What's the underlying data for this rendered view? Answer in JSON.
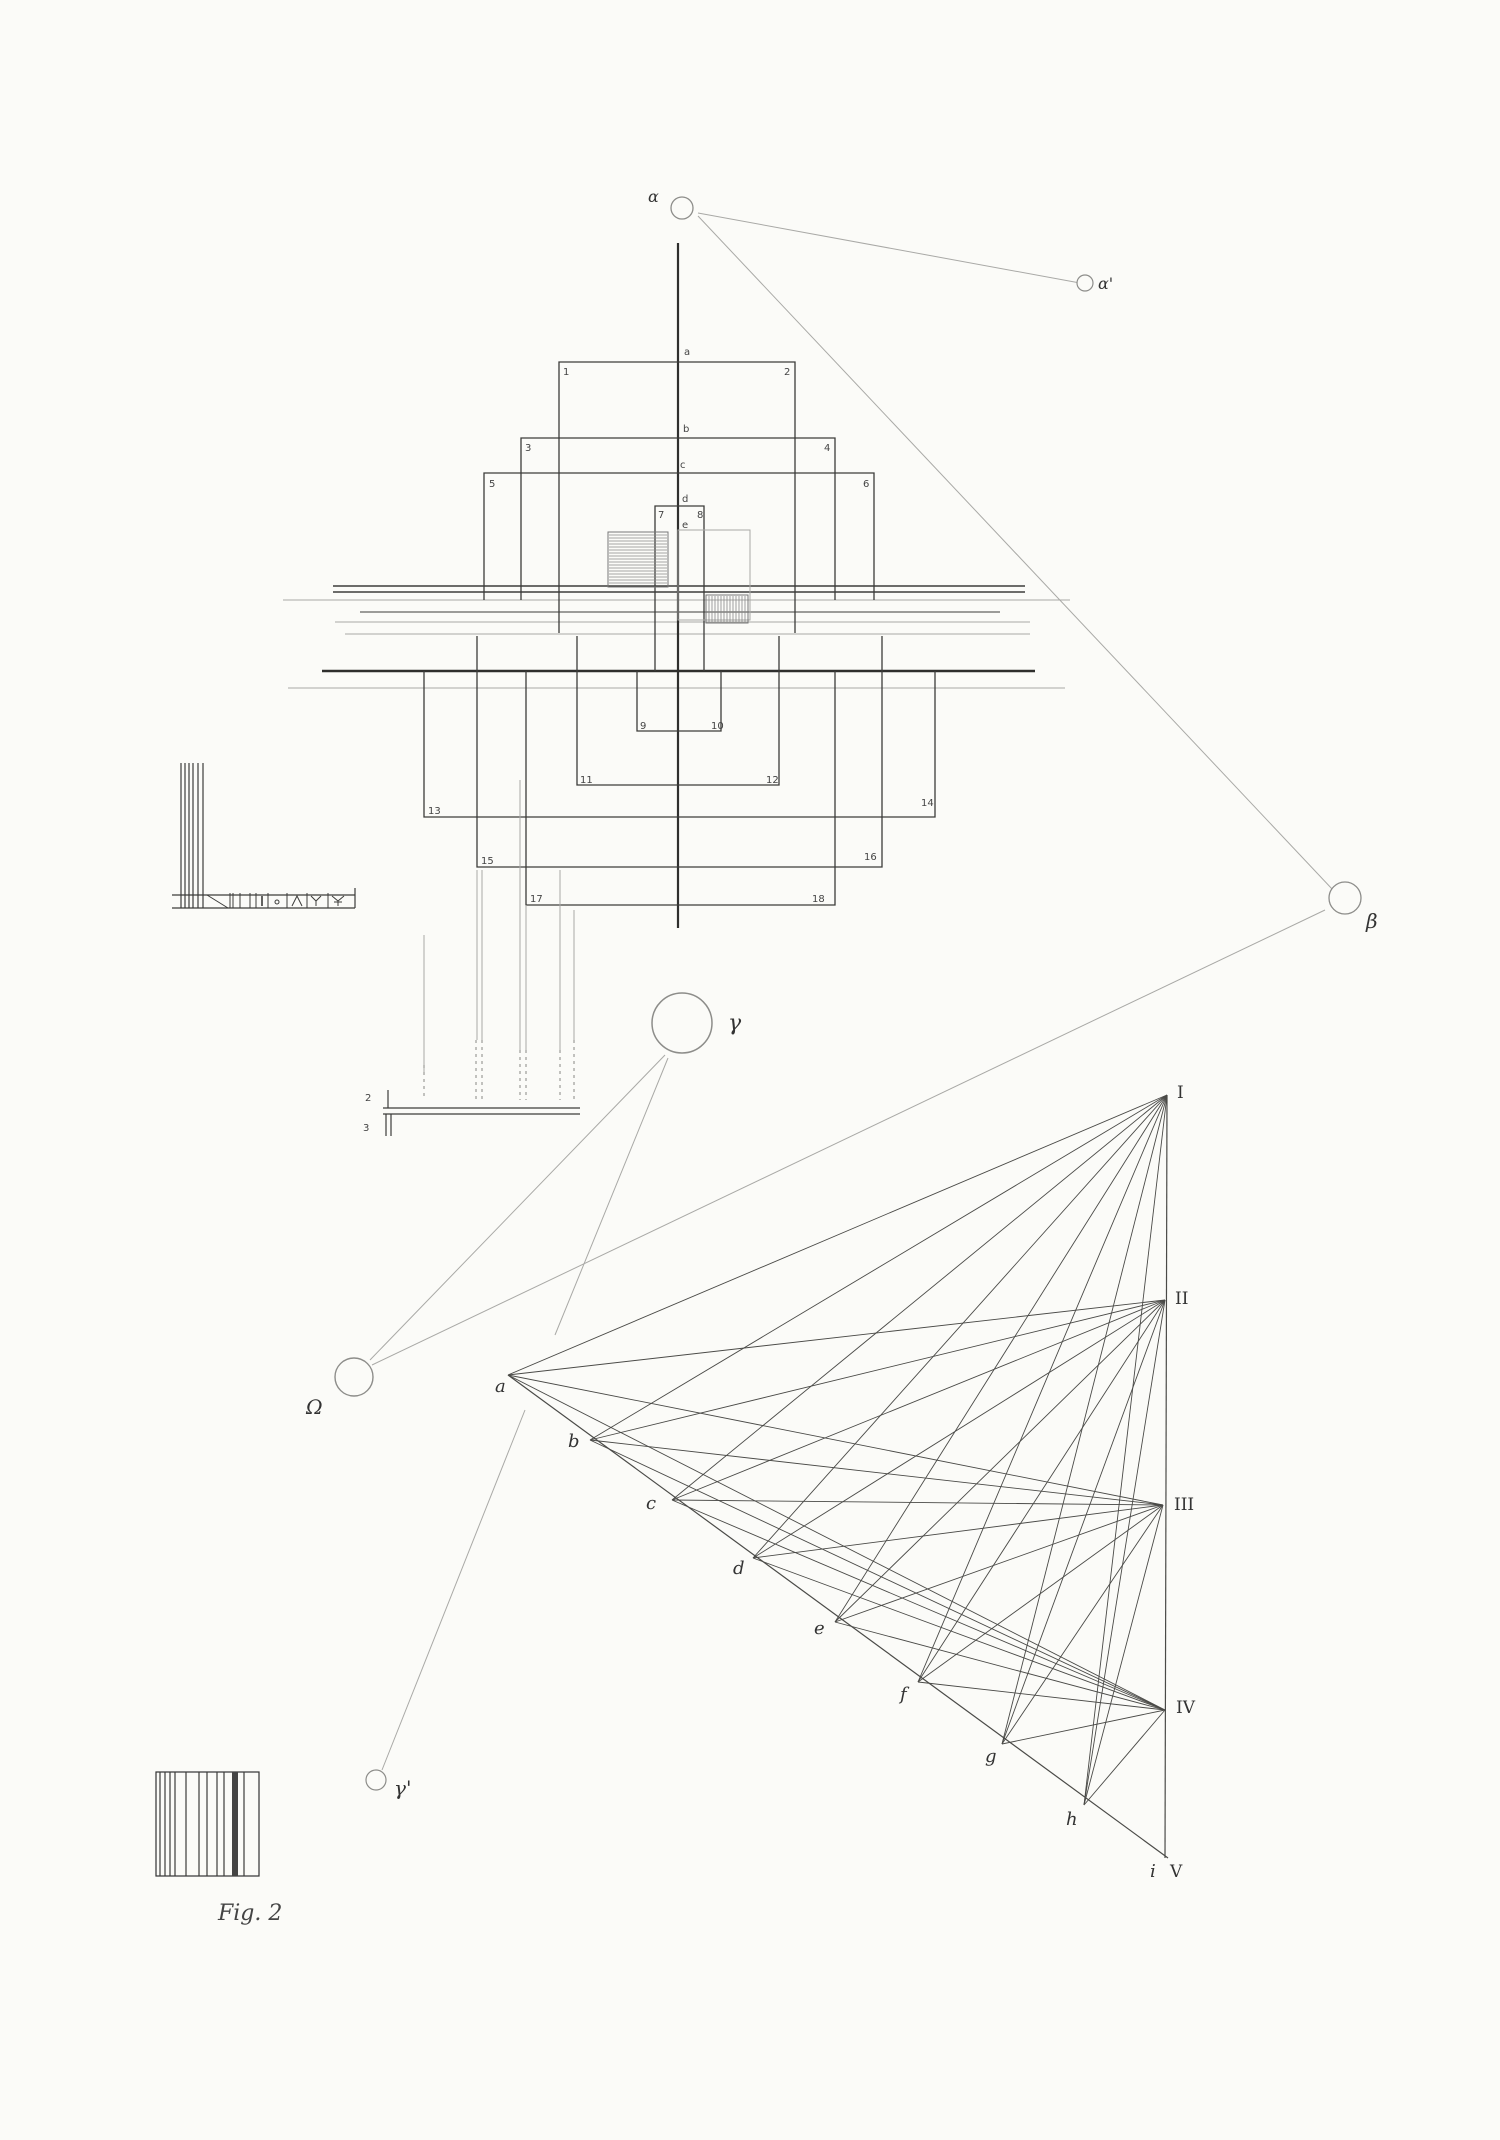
{
  "nodes": [
    {
      "id": "alpha",
      "label": "α"
    },
    {
      "id": "alpha_prime",
      "label": "α'"
    },
    {
      "id": "beta",
      "label": "β"
    },
    {
      "id": "gamma",
      "label": "γ"
    },
    {
      "id": "omega",
      "label": "Ω"
    },
    {
      "id": "gamma_prime",
      "label": "γ'"
    }
  ],
  "axis_letters": [
    "a",
    "b",
    "c",
    "d",
    "e"
  ],
  "rect_numbers": [
    "1",
    "2",
    "3",
    "4",
    "5",
    "6",
    "7",
    "8",
    "9",
    "10",
    "11",
    "12",
    "13",
    "14",
    "15",
    "16",
    "17",
    "18"
  ],
  "scale_labels": [
    "2",
    "3"
  ],
  "fan_left_points": [
    "a",
    "b",
    "c",
    "d",
    "e",
    "f",
    "g",
    "h",
    "i"
  ],
  "fan_right_points": [
    "I",
    "II",
    "III",
    "IV",
    "V"
  ],
  "figure_caption": "Fig. 2"
}
